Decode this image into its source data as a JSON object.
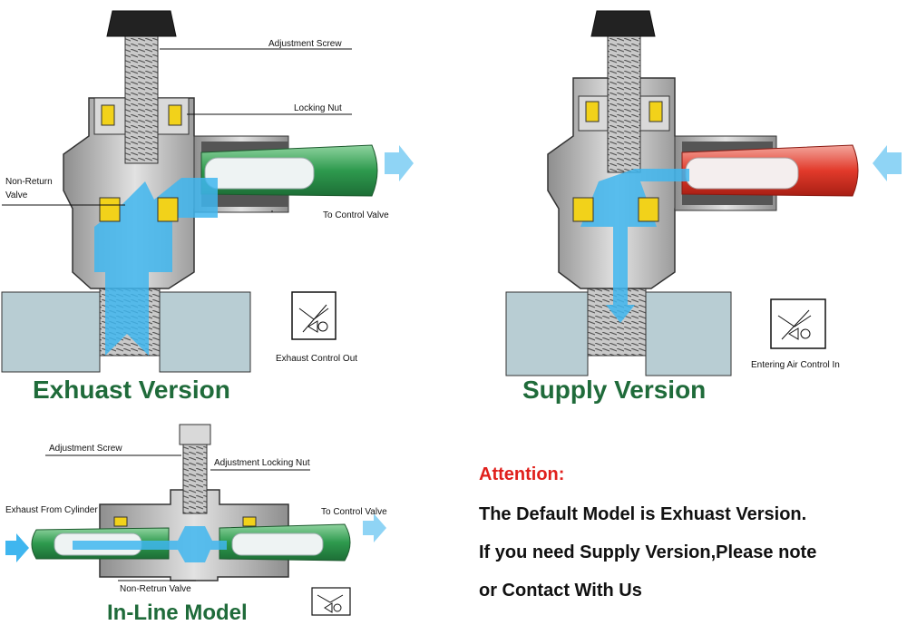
{
  "diagrams": {
    "exhaust": {
      "labels": {
        "adjustment_screw": "Adjustment Screw",
        "locking_nut": "Locking Nut",
        "non_return_1": "Non-Return",
        "non_return_2": "Valve",
        "to_control_valve": "To Control Valve",
        "symbol_caption": "Exhaust Control Out"
      },
      "title": "Exhuast Version"
    },
    "supply": {
      "labels": {
        "symbol_caption": "Entering Air Control In"
      },
      "title": "Supply Version"
    },
    "inline": {
      "labels": {
        "adjustment_screw": "Adjustment Screw",
        "adjustment_locking_nut": "Adjustment Locking Nut",
        "exhaust_from_cylinder": "Exhaust From Cylinder",
        "to_control_valve": "To Control Valve",
        "non_retrun_valve": "Non-Retrun Valve"
      },
      "title": "In-Line Model"
    }
  },
  "notes": {
    "attention": "Attention:",
    "line1": "The Default Model is Exhuast Version.",
    "line2": "If you need Supply Version,Please note",
    "line3": "or Contact With Us"
  },
  "colors": {
    "title_green": "#1f6b3a",
    "attention_red": "#e0201c",
    "air_blue": "#3fb6ef",
    "tube_green": "#2e9a4e",
    "tube_red": "#e23a2b",
    "base_block": "#b8cdd3",
    "metal": "#bdbdbd"
  }
}
